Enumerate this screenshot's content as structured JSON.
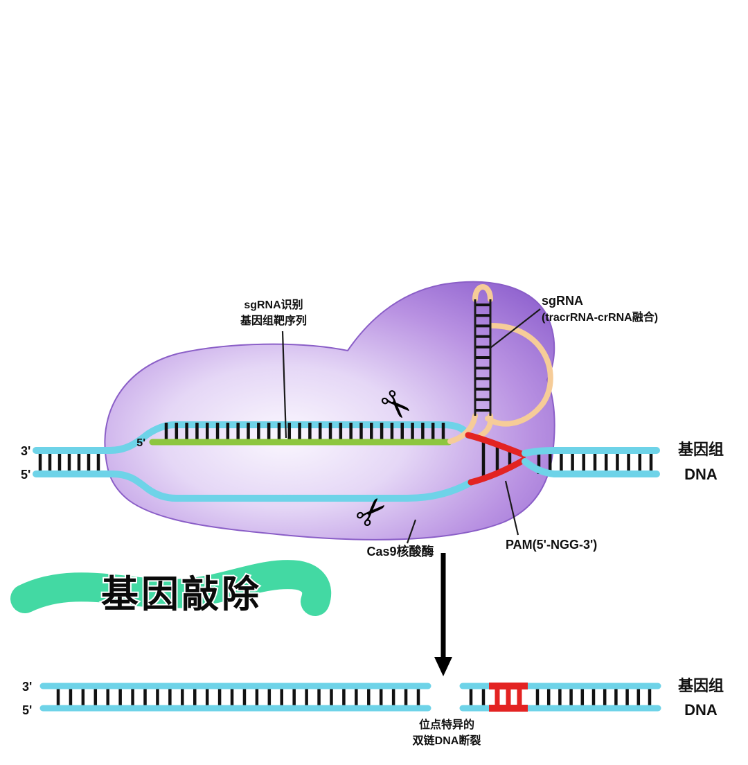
{
  "colors": {
    "dna": "#6ed3e8",
    "guide": "#8dc63f",
    "scaffold": "#f6cc98",
    "pam": "#e32322",
    "ribbon": "#43d9a3",
    "ink": "#111111",
    "protein_edge": "#9063cf",
    "protein_light": "#faf7fe"
  },
  "top": {
    "target_label": {
      "line1": "sgRNA识别",
      "line2": "基因组靶序列"
    },
    "sgrna_label": {
      "line1": "sgRNA",
      "line2": "(tracrRNA-crRNA融合)"
    },
    "genome_label": {
      "line1": "基因组",
      "line2": "DNA"
    },
    "cas9_label": "Cas9核酸酶",
    "pam_label": "PAM(5'-NGG-3')",
    "dna_left": {
      "three_prime": "3'",
      "five_prime": "5'"
    },
    "guide_five_prime": "5'"
  },
  "banner": {
    "text": "基因敲除"
  },
  "bottom": {
    "dna_left": {
      "three_prime": "3'",
      "five_prime": "5'"
    },
    "genome_label": {
      "line1": "基因组",
      "line2": "DNA"
    },
    "break_label": {
      "line1": "位点特异的",
      "line2": "双链DNA断裂"
    }
  }
}
